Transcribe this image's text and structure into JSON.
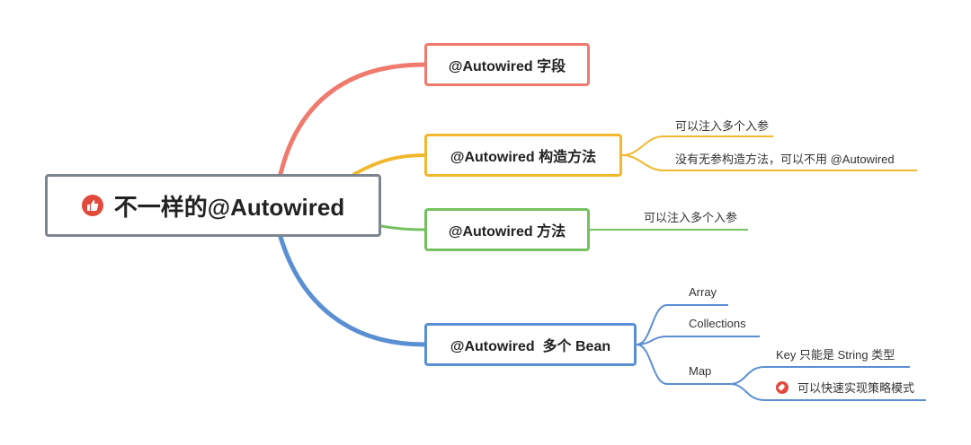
{
  "root": {
    "label": "不一样的@Autowired",
    "icon": "thumbs-up-icon"
  },
  "branches": [
    {
      "label": "@Autowired 字段",
      "color": "#ef7a6d",
      "children": []
    },
    {
      "label": "@Autowired 构造方法",
      "color": "#f1b82d",
      "children": [
        "可以注入多个入参",
        "没有无参构造方法，可以不用 @Autowired"
      ]
    },
    {
      "label": "@Autowired 方法",
      "color": "#75c160",
      "children": [
        "可以注入多个入参"
      ]
    },
    {
      "label": "@Autowired  多个 Bean",
      "color": "#5b8fd3",
      "children": [
        "Array",
        "Collections",
        "Map"
      ],
      "map_children": [
        "Key 只能是 String 类型",
        "可以快速实现策略模式"
      ],
      "map_child_icon": "rocket-icon"
    }
  ]
}
